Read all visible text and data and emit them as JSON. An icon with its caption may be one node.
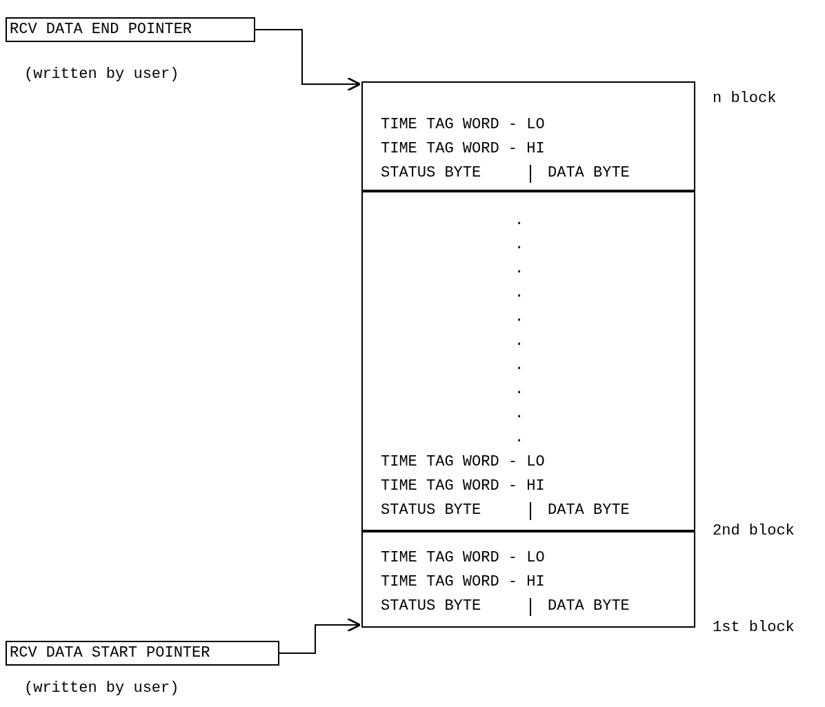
{
  "diagram": {
    "nodes": [
      {
        "text": [
          "RCV DATA END POINTER"
        ],
        "beside": [
          "(written by user)"
        ]
      },
      {
        "text": [
          "TIME TAG WORD - LO",
          "TIME TAG WORD - HI",
          "STATUS BYTE",
          "DATA BYTE"
        ],
        "beside": [
          "n block"
        ]
      },
      {
        "text": [
          ".",
          ".",
          ".",
          ".",
          ".",
          ".",
          ".",
          ".",
          ".",
          ".",
          "TIME TAG WORD - LO",
          "TIME TAG WORD - HI",
          "STATUS BYTE",
          "DATA BYTE"
        ],
        "beside": [
          "2nd block"
        ]
      },
      {
        "text": [
          "TIME TAG WORD - LO",
          "TIME TAG WORD - HI",
          "STATUS BYTE",
          "DATA BYTE"
        ],
        "beside": [
          "1st block"
        ]
      },
      {
        "text": [
          "RCV DATA START POINTER"
        ],
        "beside": [
          "(written by user)"
        ]
      }
    ],
    "edges": [
      {
        "from": 0,
        "to": 1,
        "arrow": "to"
      },
      {
        "from": 4,
        "to": 3,
        "arrow": "to"
      }
    ]
  }
}
